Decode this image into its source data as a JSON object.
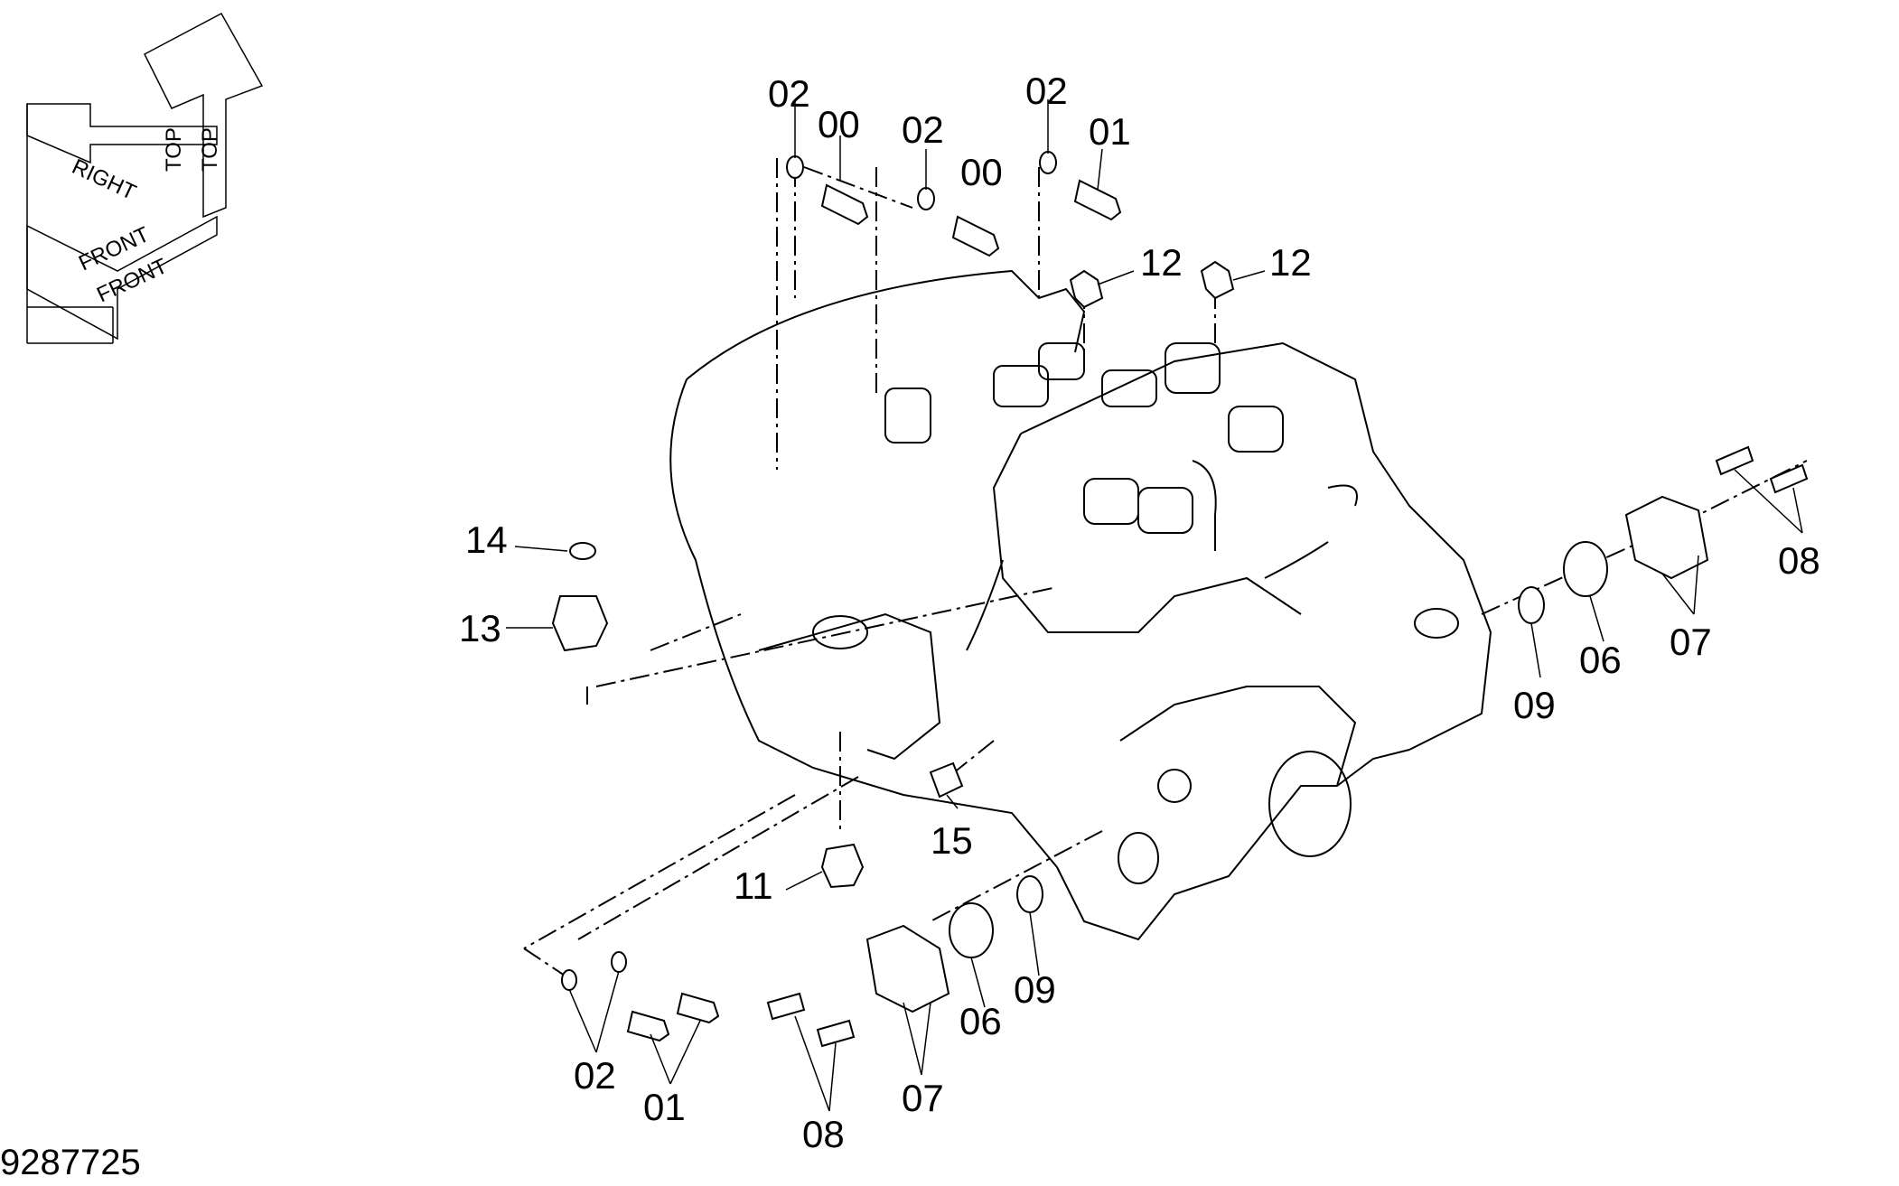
{
  "drawing_number": "9287725",
  "orientation": {
    "top": "TOP",
    "right": "RIGHT",
    "front": "FRONT"
  },
  "callouts": {
    "c00a": "00",
    "c00b": "00",
    "c01a": "01",
    "c01b": "01",
    "c02a": "02",
    "c02b": "02",
    "c02c": "02",
    "c02d": "02",
    "c06a": "06",
    "c06b": "06",
    "c07a": "07",
    "c07b": "07",
    "c08a": "08",
    "c08b": "08",
    "c09a": "09",
    "c09b": "09",
    "c11": "11",
    "c12a": "12",
    "c12b": "12",
    "c13": "13",
    "c14": "14",
    "c15": "15"
  }
}
